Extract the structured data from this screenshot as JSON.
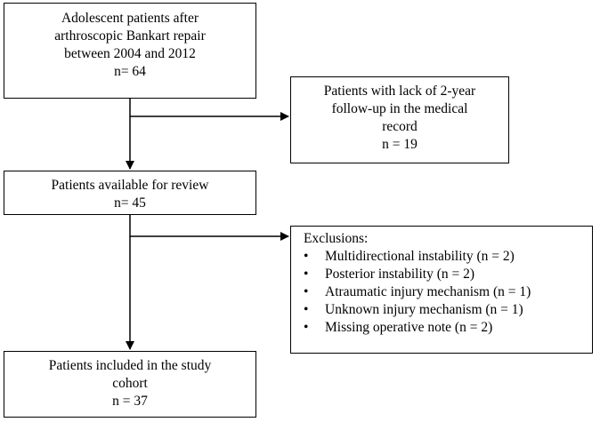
{
  "flowchart": {
    "start": {
      "lines": [
        "Adolescent patients after",
        "arthroscopic Bankart repair",
        "between 2004 and 2012",
        "n= 64"
      ]
    },
    "lost_followup": {
      "lines": [
        "Patients with lack of 2-year",
        "follow-up in the medical",
        "record",
        "n = 19"
      ]
    },
    "available": {
      "lines": [
        "Patients available for review",
        "n= 45"
      ]
    },
    "exclusions": {
      "heading": "Exclusions:",
      "bullet_symbol": "•",
      "items": [
        "Multidirectional instability (n = 2)",
        "Posterior instability (n = 2)",
        "Atraumatic injury mechanism (n = 1)",
        "Unknown injury mechanism (n = 1)",
        "Missing operative note (n = 2)"
      ]
    },
    "included": {
      "lines": [
        "Patients included in the study",
        "cohort",
        "n = 37"
      ]
    }
  }
}
